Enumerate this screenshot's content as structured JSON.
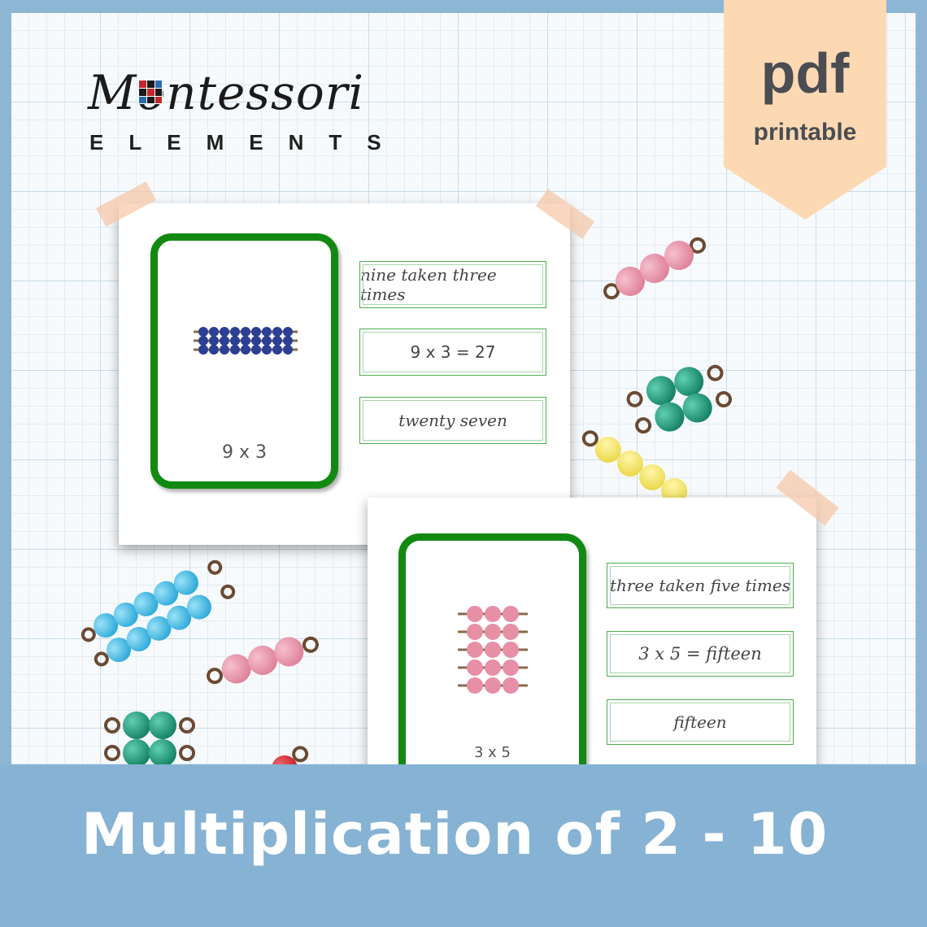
{
  "brand": {
    "name": "Montessori",
    "tagline": "ELEMENTS"
  },
  "badge": {
    "main": "pdf",
    "sub": "printable",
    "color": "#fcd9b3"
  },
  "sheet1": {
    "card_caption": "9 x 3",
    "labels": [
      "nine taken three times",
      "9 x 3 = 27",
      "twenty seven"
    ],
    "bead_color": "#2b3f93"
  },
  "sheet2": {
    "card_caption": "3 x 5",
    "labels": [
      "three taken five times",
      "3 x 5 = fifteen",
      "fifteen"
    ],
    "bead_color": "#e68fa5"
  },
  "decor_bead_colors": [
    "#e88ca2",
    "#1f9a78",
    "#f2e35c",
    "#3bbbe3",
    "#d6232c"
  ],
  "colors": {
    "card_border": "#128a12",
    "footer": "#86b2d3",
    "frame": "#8db5d4"
  },
  "title": "Multiplication of 2 - 10"
}
